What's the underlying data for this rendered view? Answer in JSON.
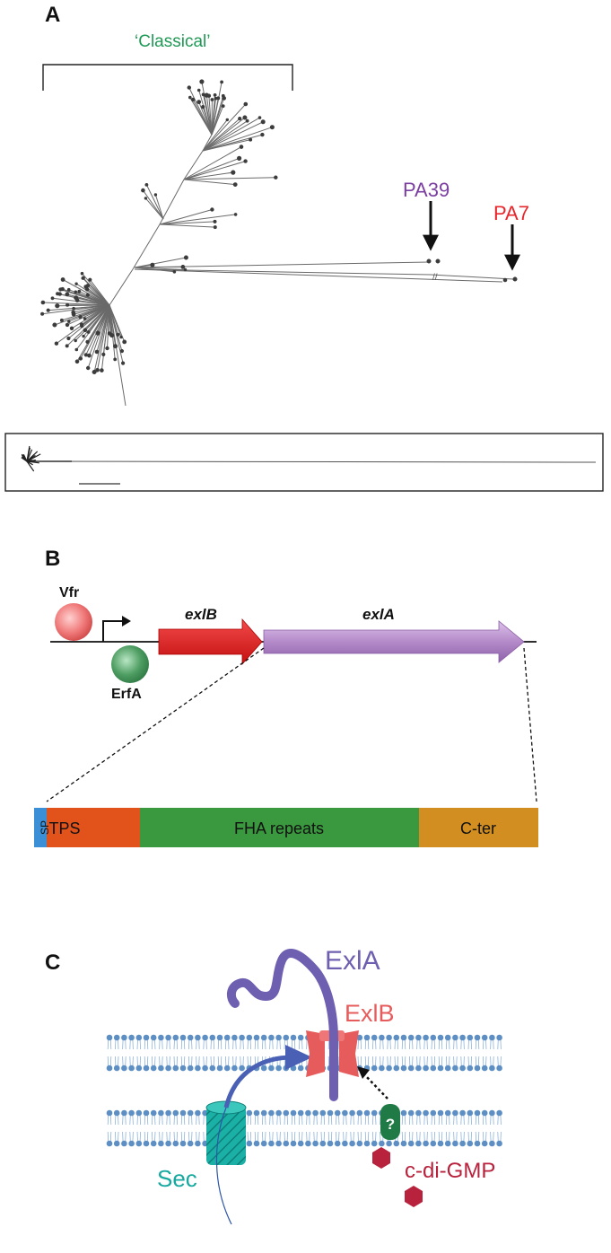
{
  "panels": [
    "A",
    "B",
    "C"
  ],
  "panel_a": {
    "clade_label": "‘Classical’",
    "outlier_1": "PA39",
    "outlier_2": "PA7"
  },
  "panel_b": {
    "regulator_1": "Vfr",
    "regulator_2": "ErfA",
    "gene_1": "exlB",
    "gene_2": "exlA",
    "domains": [
      {
        "label": "SP",
        "color": "#3a8fd6"
      },
      {
        "label": "TPS",
        "color": "#e2531c"
      },
      {
        "label": "FHA repeats",
        "color": "#3a983e"
      },
      {
        "label": "C-ter",
        "color": "#d28e20"
      }
    ]
  },
  "panel_c": {
    "protein_1": "ExlA",
    "protein_2": "ExlB",
    "translocon": "Sec",
    "unknown": "?",
    "messenger": "c-di-GMP"
  },
  "colors": {
    "classical": "#1f9a55",
    "pa39": "#7b3fa0",
    "pa7": "#e8252a",
    "exlb_gene": "#e02020",
    "exla_gene": "#b98cd0",
    "exla_protein": "#6f5fb0",
    "exlb_protein": "#e65b5b",
    "sec": "#17a9a0",
    "cdigmp": "#b8223c",
    "membrane": "#5d8fc4"
  }
}
